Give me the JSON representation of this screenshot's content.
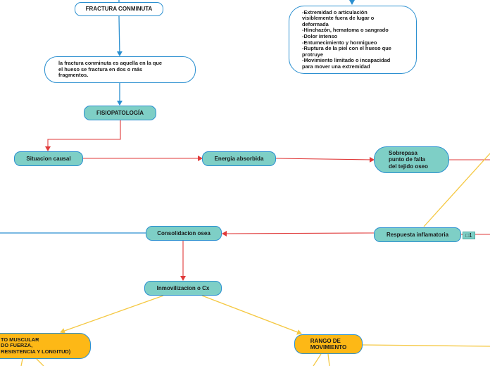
{
  "nodes": {
    "fractura": "FRACTURA CONMINUTA",
    "sintomas": "-Extremidad o articulación\nvisiblemente fuera de lugar o\ndeformada\n-Hinchazón, hematoma o sangrado\n-Dolor intenso\n-Entumecimiento y hormigueo\n-Ruptura de la piel con el hueso que\nprotruye\n-Movimiento limitado o incapacidad\npara mover una extremidad",
    "definicion": "la fractura conminuta es aquella en la que\nel hueso se fractura en dos o más\nfragmentos.",
    "fisiopatologia": "FISIOPATOLOGÍA",
    "situacion": "Situacion causal",
    "energia": "Energia absorbida",
    "sobrepasa": "Sobrepasa\npunto de falla\ndel tejido oseo",
    "consolidacion": "Consolidacion osea",
    "respuesta": "Respuesta inflamatoria",
    "inmovilizacion": "Inmovilizacion o Cx",
    "muscular": "TO MUSCULAR\nDO FUERZA,\nRESISTENCIA Y LONGITUD)",
    "rango": "RANGO DE\nMOVIMIENTO"
  },
  "comment_badge": "1",
  "colors": {
    "blue_connector": "#2a8fd0",
    "red_connector": "#e03a3a",
    "yellow_connector": "#f5c842",
    "teal_node": "#7ecfc6",
    "orange_node": "#fdb816"
  },
  "icons": [
    "comment-icon"
  ]
}
